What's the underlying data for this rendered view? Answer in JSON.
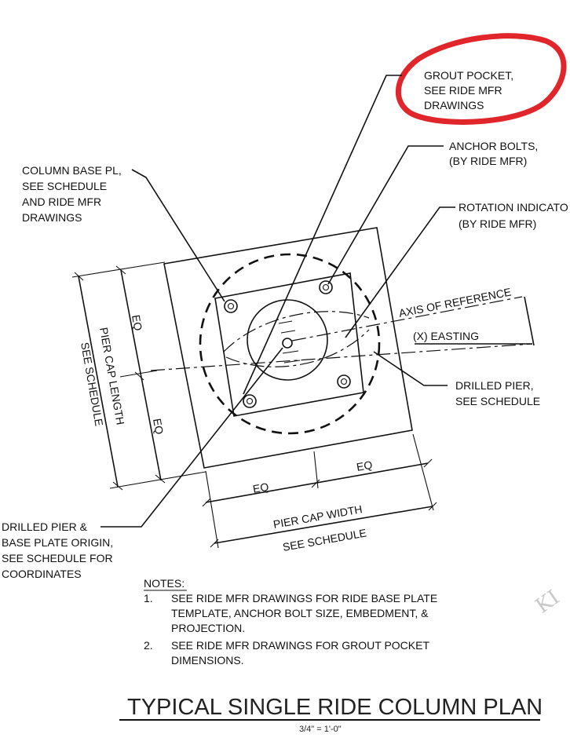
{
  "callouts": {
    "grout_pocket": [
      "GROUT POCKET,",
      "SEE RIDE MFR",
      "DRAWINGS"
    ],
    "anchor_bolts": [
      "ANCHOR BOLTS,",
      "(BY RIDE MFR)"
    ],
    "column_base": [
      "COLUMN BASE PL,",
      "SEE SCHEDULE",
      "AND RIDE MFR",
      "DRAWINGS"
    ],
    "rotation": [
      "ROTATION INDICATO",
      "(BY RIDE MFR)"
    ],
    "drilled_pier": [
      "DRILLED PIER,",
      "SEE SCHEDULE"
    ],
    "origin": [
      "DRILLED PIER &",
      "BASE PLATE ORIGIN,",
      "SEE SCHEDULE FOR",
      "COORDINATES"
    ]
  },
  "axis": {
    "reference": "AXIS OF REFERENCE",
    "easting": "(X) EASTING"
  },
  "dimensions": {
    "eq": "EQ",
    "pier_cap_length": "PIER CAP LENGTH",
    "pier_cap_width": "PIER CAP WIDTH",
    "see_schedule": "SEE SCHEDULE"
  },
  "notes": {
    "heading": "NOTES:",
    "items": [
      {
        "num": "1.",
        "lines": [
          "SEE RIDE MFR DRAWINGS FOR RIDE BASE PLATE",
          "TEMPLATE, ANCHOR BOLT SIZE, EMBEDMENT, &",
          "PROJECTION."
        ]
      },
      {
        "num": "2.",
        "lines": [
          "SEE RIDE MFR DRAWINGS FOR GROUT POCKET",
          "DIMENSIONS."
        ]
      }
    ]
  },
  "title": "TYPICAL SINGLE RIDE COLUMN PLAN",
  "scale": "3/4\" = 1'-0\"",
  "watermark": "KI",
  "colors": {
    "highlight": "#e0252b",
    "ink": "#111111"
  }
}
